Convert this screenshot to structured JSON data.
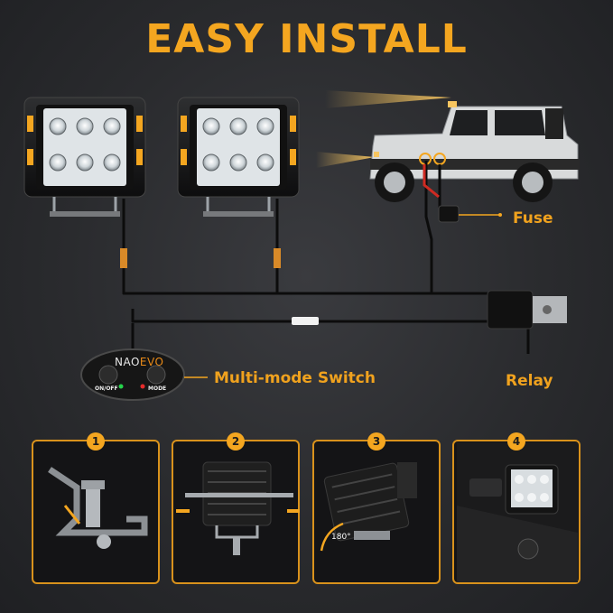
{
  "title": "EASY INSTALL",
  "labels": {
    "fuse": "Fuse",
    "switch": "Multi-mode Switch",
    "relay": "Relay"
  },
  "switch": {
    "brand_prefix": "NAO",
    "brand_suffix": "EVO",
    "left_button": "ON/OFF",
    "right_button": "MODE"
  },
  "steps": [
    {
      "number": "1"
    },
    {
      "number": "2"
    },
    {
      "number": "3",
      "rotation_label": "180°"
    },
    {
      "number": "4"
    }
  ],
  "colors": {
    "accent": "#f4a620",
    "wire": "#0c0c0c",
    "background": "#2c2d30"
  }
}
